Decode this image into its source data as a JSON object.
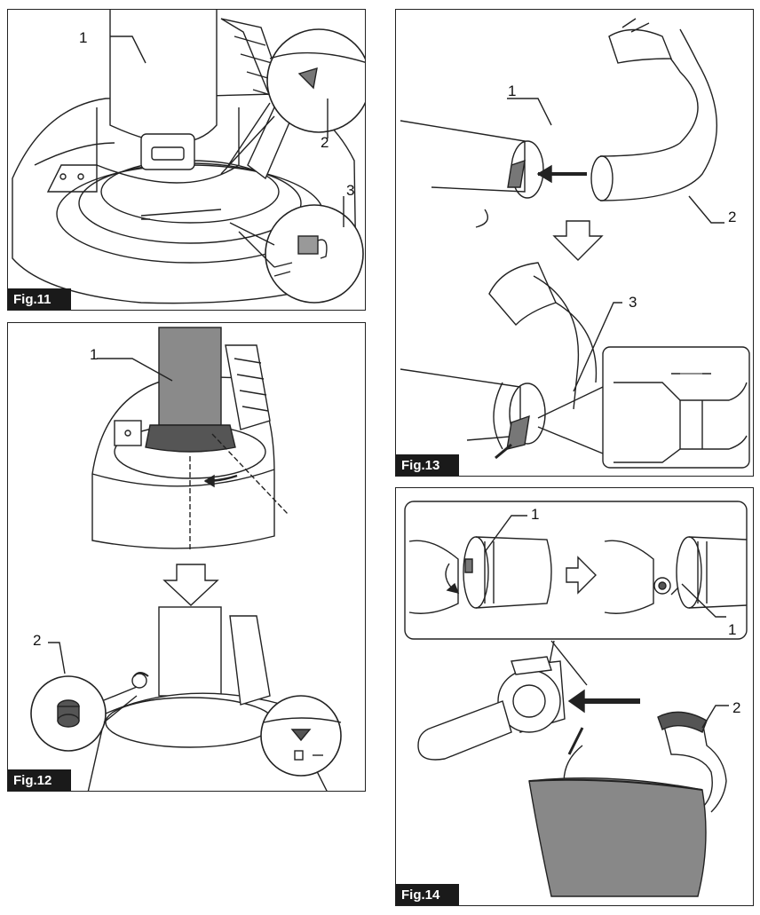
{
  "figures": [
    {
      "id": "fig11",
      "label": "Fig.11",
      "callouts": [
        "1",
        "2",
        "3"
      ]
    },
    {
      "id": "fig12",
      "label": "Fig.12",
      "callouts": [
        "1",
        "2"
      ]
    },
    {
      "id": "fig13",
      "label": "Fig.13",
      "callouts": [
        "1",
        "2",
        "3"
      ]
    },
    {
      "id": "fig14",
      "label": "Fig.14",
      "callouts": [
        "1",
        "1",
        "2"
      ]
    }
  ]
}
